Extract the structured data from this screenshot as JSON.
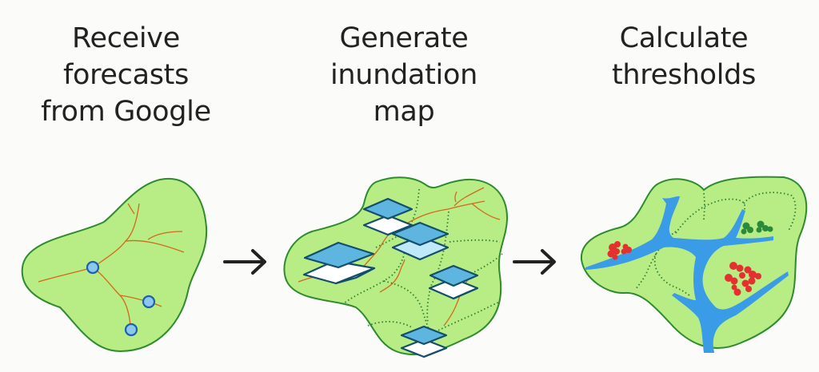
{
  "diagram": {
    "steps": [
      {
        "id": "receive",
        "title_lines": [
          "Receive",
          "forecasts",
          "from Google"
        ],
        "illustration": "watershed-with-gauges"
      },
      {
        "id": "generate",
        "title_lines": [
          "Generate",
          "inundation",
          "map"
        ],
        "illustration": "watershed-with-map-layers"
      },
      {
        "id": "calculate",
        "title_lines": [
          "Calculate",
          "thresholds"
        ],
        "illustration": "watershed-with-flooded-trees"
      }
    ],
    "connectors": [
      {
        "from": "receive",
        "to": "generate",
        "icon": "arrow-right-icon"
      },
      {
        "from": "generate",
        "to": "calculate",
        "icon": "arrow-right-icon"
      }
    ],
    "colors": {
      "background": "#fbfbf9",
      "text": "#222222",
      "land_fill": "#b8ec84",
      "land_border": "#2e8b2e",
      "river_line": "#d2691e",
      "gauge_fill": "#8cc8ec",
      "gauge_border": "#1e5fb0",
      "layer_top": "#5db5e0",
      "layer_bottom_light": "#ffffff",
      "layer_bottom_tint": "#bfe8f8",
      "layer_border": "#134e6b",
      "river_fill": "#3a9be6",
      "dotted_boundary": "#2e7d32",
      "tree_red": "#e53030",
      "tree_green": "#2a8a3a",
      "arrow": "#222222"
    }
  }
}
